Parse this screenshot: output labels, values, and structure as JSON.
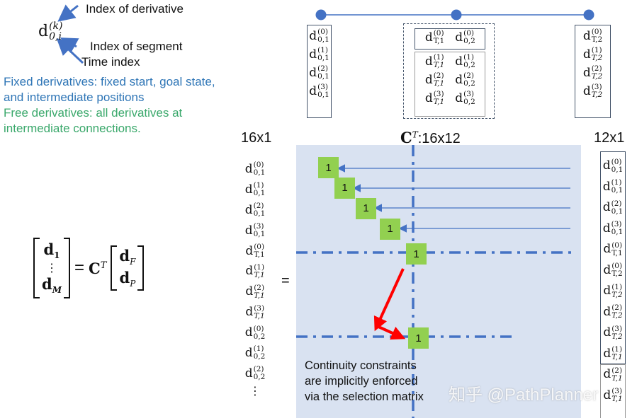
{
  "colors": {
    "node": "#4472c4",
    "panel": "#d9e2f1",
    "cell": "#92d050",
    "arrow_red": "#ff0000",
    "fixed_text": "#2e75b6",
    "free_text": "#3aa86b"
  },
  "legend": {
    "symbol": {
      "base": "d",
      "sup": "(k)",
      "sub": "0,i"
    },
    "index_of_derivative": "Index of derivative",
    "index_of_segment": "Index of segment",
    "time_index": "Time index",
    "fixed_line1": "Fixed derivatives: fixed start, goal state,",
    "fixed_line2": "and intermediate positions",
    "free_line1": "Free derivatives: all derivatives at",
    "free_line2": "intermediate connections."
  },
  "equation": {
    "lhs_top": "d",
    "lhs_top_sub": "1",
    "lhs_dots": "⋮",
    "lhs_bottom": "d",
    "lhs_bottom_sub": "M",
    "eq": "=",
    "matrix": "C",
    "matrix_sup": "T",
    "rhs_top": "d",
    "rhs_top_sub": "F",
    "rhs_bottom": "d",
    "rhs_bottom_sub": "P"
  },
  "top_boxes": {
    "left": [
      {
        "sup": "(0)",
        "sub": "0,1"
      },
      {
        "sup": "(1)",
        "sub": "0,1"
      },
      {
        "sup": "(2)",
        "sub": "0,1"
      },
      {
        "sup": "(3)",
        "sub": "0,1"
      }
    ],
    "middle_fixed": [
      {
        "sup": "(0)",
        "sub": "T,1"
      },
      {
        "sup": "(0)",
        "sub": "0,2"
      }
    ],
    "middle_free": [
      {
        "sup": "(1)",
        "sub": "T,1",
        "it": true
      },
      {
        "sup": "(1)",
        "sub": "0,2"
      },
      {
        "sup": "(2)",
        "sub": "T,1",
        "it": true
      },
      {
        "sup": "(2)",
        "sub": "0,2"
      },
      {
        "sup": "(3)",
        "sub": "T,1",
        "it": true
      },
      {
        "sup": "(3)",
        "sub": "0,2"
      }
    ],
    "right": [
      {
        "sup": "(0)",
        "sub": "T,2"
      },
      {
        "sup": "(1)",
        "sub": "T,2",
        "it": true
      },
      {
        "sup": "(2)",
        "sub": "T,2",
        "it": true
      },
      {
        "sup": "(3)",
        "sub": "T,2",
        "it": true
      }
    ]
  },
  "labels": {
    "left_dim": "16x1",
    "matrix_name": "C",
    "matrix_sup": "T",
    "matrix_dim": ":16x12",
    "right_dim": "12x1",
    "equals": "="
  },
  "left_vector": [
    {
      "sup": "(0)",
      "sub": "0,1"
    },
    {
      "sup": "(1)",
      "sub": "0,1"
    },
    {
      "sup": "(2)",
      "sub": "0,1"
    },
    {
      "sup": "(3)",
      "sub": "0,1"
    },
    {
      "sup": "(0)",
      "sub": "T,1"
    },
    {
      "sup": "(1)",
      "sub": "T,1",
      "it": true
    },
    {
      "sup": "(2)",
      "sub": "T,1",
      "it": true
    },
    {
      "sup": "(3)",
      "sub": "T,1",
      "it": true
    },
    {
      "sup": "(0)",
      "sub": "0,2"
    },
    {
      "sup": "(1)",
      "sub": "0,2"
    },
    {
      "sup": "(2)",
      "sub": "0,2"
    }
  ],
  "left_vector_more": "⋮",
  "right_vector_fixed": [
    {
      "sup": "(0)",
      "sub": "0,1"
    },
    {
      "sup": "(1)",
      "sub": "0,1"
    },
    {
      "sup": "(2)",
      "sub": "0,1"
    },
    {
      "sup": "(3)",
      "sub": "0,1"
    },
    {
      "sup": "(0)",
      "sub": "T,1"
    },
    {
      "sup": "(0)",
      "sub": "T,2"
    },
    {
      "sup": "(1)",
      "sub": "T,2",
      "it": true
    },
    {
      "sup": "(2)",
      "sub": "T,2",
      "it": true
    },
    {
      "sup": "(3)",
      "sub": "T,2",
      "it": true
    },
    {
      "sup": "(1)",
      "sub": "T,1",
      "it": true
    }
  ],
  "right_vector_free": [
    {
      "sup": "(2)",
      "sub": "T,1",
      "it": true
    },
    {
      "sup": "(3)",
      "sub": "T,1",
      "it": true
    }
  ],
  "matrix_cells": [
    {
      "value": "1",
      "row": 0,
      "col": 0
    },
    {
      "value": "1",
      "row": 1,
      "col": 1
    },
    {
      "value": "1",
      "row": 2,
      "col": 2
    },
    {
      "value": "1",
      "row": 3,
      "col": 3
    },
    {
      "value": "1",
      "row": 4,
      "col": 4
    },
    {
      "value": "1",
      "row": 8,
      "col": 4
    }
  ],
  "note": [
    "Continuity constraints",
    "are implicitly enforced",
    "via the selection matrix"
  ],
  "watermark": "知乎 @PathPlanner"
}
